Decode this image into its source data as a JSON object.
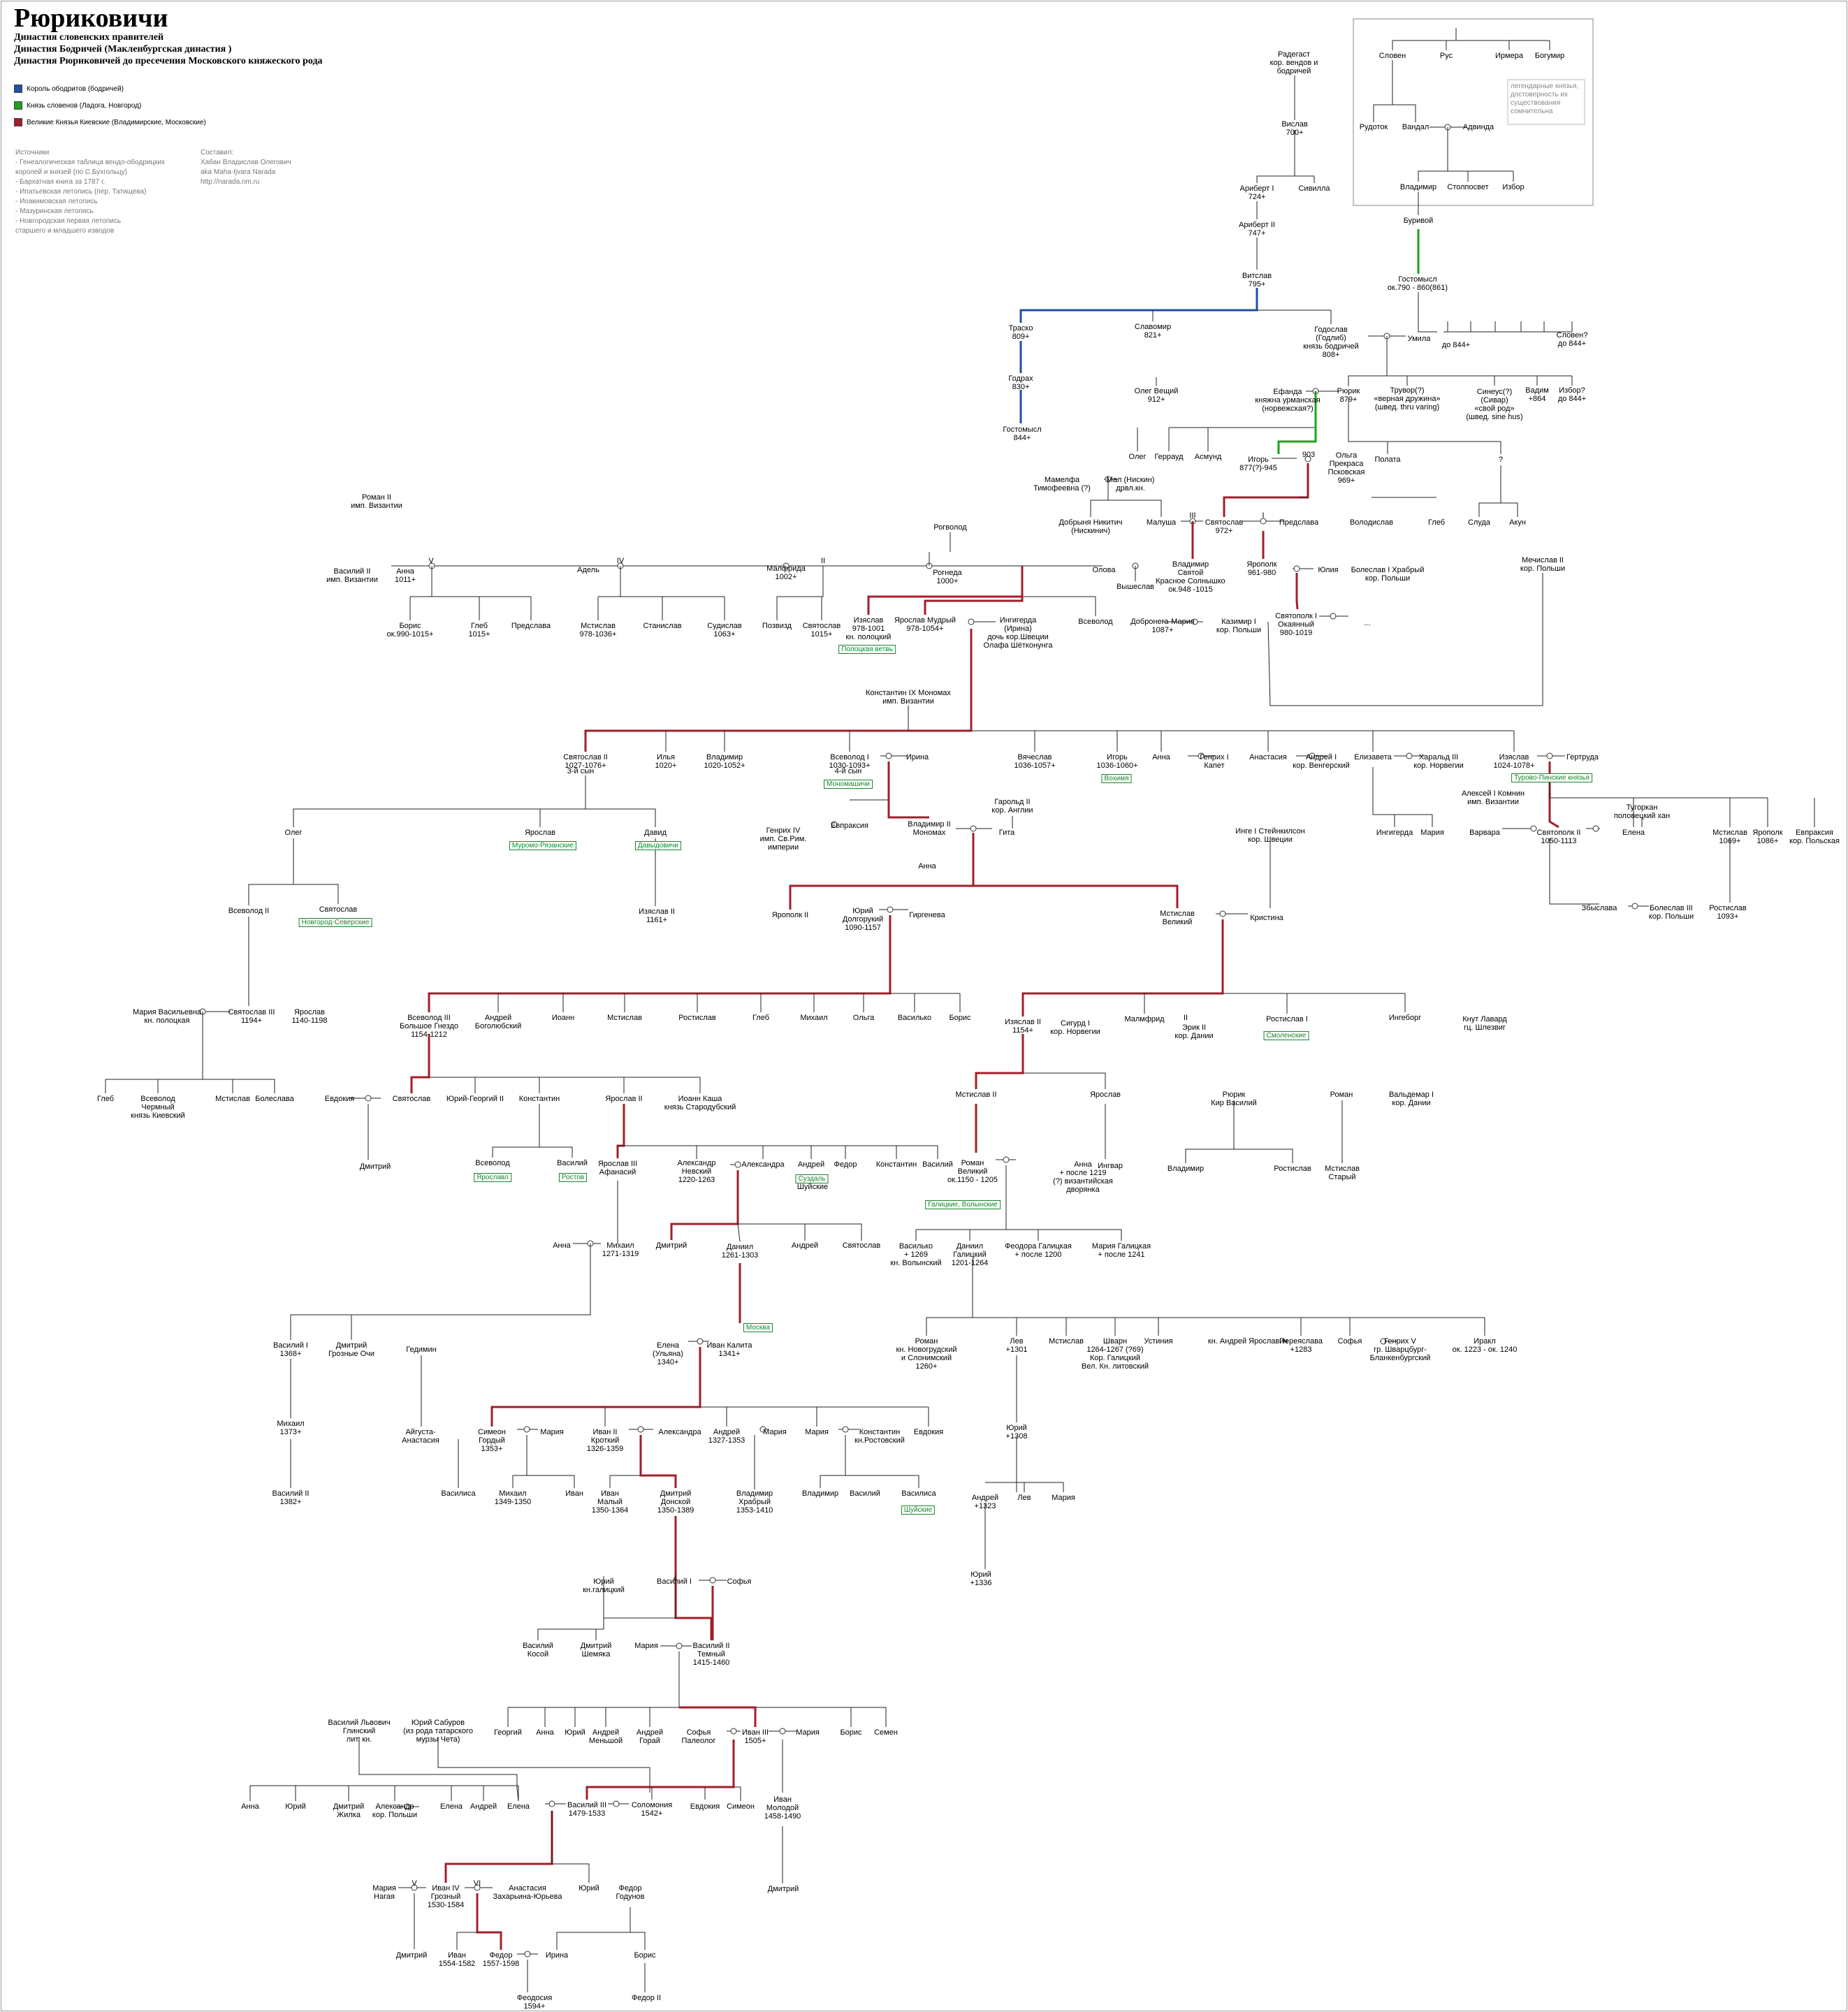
{
  "title": "Рюриковичи",
  "subtitles": [
    "Династия словенских правителей",
    "Династия Бодричей (Макленбургская династия )",
    "Династия Рюриковичей  до пресечения Московского княжеского рода"
  ],
  "legend": [
    {
      "label": "Король ободритов (бодричей)",
      "color": "#1f4fa6"
    },
    {
      "label": "Князь словенов (Ладога, Новгород)",
      "color": "#1fa11f"
    },
    {
      "label": "Великие Князья Киевские (Владимирские, Московские)",
      "color": "#a11f2a"
    }
  ],
  "sources": "Источники\n- Генеалогическая таблица вендо-ободрицких\nкоролей и князей (по С.Бухгольцу)\n- Бархатная книга за 1787 г.\n- Ипатьевская летопись (пер. Татищева)\n- Иоакимовская летопись\n- Мазуринская летопись\n- Новгородская первая летопись\nстаршего и младшего изводов",
  "compiler": "Составил:\nХабан Владислав Олегович\naka Maha-Ijvara Narada\nhttp://narada.nm.ru",
  "legendary_note": "легендарные князья,\nдостоверность их\nсуществования\nсомнительна",
  "persons": {
    "slovenes_top": [
      {
        "name": "Словен"
      },
      {
        "name": "Рус"
      },
      {
        "name": "Ирмера"
      },
      {
        "name": "Богумир"
      },
      {
        "name": "Рудоток"
      },
      {
        "name": "Вандал"
      },
      {
        "name": "Адвинда"
      },
      {
        "name": "Владимир"
      },
      {
        "name": "Столпосвет"
      },
      {
        "name": "Избор"
      },
      {
        "name": "Буривой"
      },
      {
        "name": "Гостомысл\nок.790 - 860(861)"
      }
    ],
    "obodrites": [
      {
        "name": "Радегаст\nкор. вендов и\nбодричей"
      },
      {
        "name": "Вислав\n700+"
      },
      {
        "name": "Ариберт I\n724+"
      },
      {
        "name": "Сивилла"
      },
      {
        "name": "Ариберт II\n747+"
      },
      {
        "name": "Витслав\n795+"
      },
      {
        "name": "Траско\n809+"
      },
      {
        "name": "Славомир\n821+"
      },
      {
        "name": "Годослав\n(Годлиб)\nкнязь бодричей\n808+"
      },
      {
        "name": "Умила"
      },
      {
        "name": "Годрах\n830+"
      },
      {
        "name": "Гостомысл\n844+"
      }
    ],
    "rurik_gen": [
      {
        "name": "до 844+"
      },
      {
        "name": "Словен?\nдо 844+"
      },
      {
        "name": "Олег Вещий\n912+"
      },
      {
        "name": "Ефанда\nкняжна урманская\n(норвежская?)"
      },
      {
        "name": "Рюрик\n879+"
      },
      {
        "name": "Трувор(?)\n«верная дружина»\n(швед. thru varing)"
      },
      {
        "name": "Синеус(?)\n(Сивар)\n«свой род»\n(швед. sine hus)"
      },
      {
        "name": "Вадим\n+864"
      },
      {
        "name": "Избор?\nдо 844+"
      },
      {
        "name": "Олег"
      },
      {
        "name": "Геррауд"
      },
      {
        "name": "Асмунд"
      },
      {
        "name": "Игорь\n877(?)-945"
      },
      {
        "name": "903"
      },
      {
        "name": "Ольга\nПрекраса\nПсковская\n969+"
      },
      {
        "name": "Полата"
      },
      {
        "name": "?"
      }
    ],
    "svyatoslav_gen": [
      {
        "name": "Мамелфа\nТимофеевна (?)"
      },
      {
        "name": "Мал (Нискин)\nдрвл.кн."
      },
      {
        "name": "Добрыня Никитич\n(Нискинич)"
      },
      {
        "name": "Малуша"
      },
      {
        "name": "III"
      },
      {
        "name": "Святослав\n972+"
      },
      {
        "name": "I"
      },
      {
        "name": "Предслава"
      },
      {
        "name": "Володислав"
      },
      {
        "name": "Глеб"
      },
      {
        "name": "Слуда"
      },
      {
        "name": "Акун"
      }
    ],
    "vladimir_gen": [
      {
        "name": "Роман II\nимп. Византии"
      },
      {
        "name": "Василий II\nимп. Византии"
      },
      {
        "name": "Анна\n1011+"
      },
      {
        "name": "V"
      },
      {
        "name": "Адель"
      },
      {
        "name": "IV"
      },
      {
        "name": "Малфрида\n1002+"
      },
      {
        "name": "II"
      },
      {
        "name": "Рогволод"
      },
      {
        "name": "Рогнеда\n1000+"
      },
      {
        "name": "Олова"
      },
      {
        "name": "Вышеслав"
      },
      {
        "name": "Владимир\nСвятой\nКрасное Солнышко\nок.948 -1015"
      },
      {
        "name": "Ярополк\n961-980"
      },
      {
        "name": "Юлия"
      },
      {
        "name": "Болеслав I Храбрый\nкор. Польши"
      },
      {
        "name": "Мечислав II\nкор. Польши"
      }
    ],
    "yaroslav_gen": [
      {
        "name": "Борис\nок.990-1015+"
      },
      {
        "name": "Глеб\n1015+"
      },
      {
        "name": "Предслава"
      },
      {
        "name": "Мстислав\n978-1036+"
      },
      {
        "name": "Станислав"
      },
      {
        "name": "Судислав\n1063+"
      },
      {
        "name": "Позвизд"
      },
      {
        "name": "Святослав\n1015+"
      },
      {
        "name": "Изяслав\n978-1001\nкн. полоцкий"
      },
      {
        "name": "Ярослав Мудрый\n978-1054+"
      },
      {
        "name": "Ингигерда\n(Ирина)\nдочь кор.Швеции\nОлафа Шётконунга"
      },
      {
        "name": "Всеволод"
      },
      {
        "name": "Добронега-Мария\n1087+"
      },
      {
        "name": "Казимир I\nкор. Польши"
      },
      {
        "name": "Святополк I\nОкаянный\n980-1019"
      },
      {
        "name": "..."
      }
    ],
    "yaroslavichi": [
      {
        "name": "Константин IX Мономах\nимп. Византии"
      },
      {
        "name": "Святослав II\n1027-1076+"
      },
      {
        "name": "3-й сын"
      },
      {
        "name": "Илья\n1020+"
      },
      {
        "name": "Владимир\n1020-1052+"
      },
      {
        "name": "Всеволод I\n1030-1093+"
      },
      {
        "name": "4-й сын"
      },
      {
        "name": "Ирина"
      },
      {
        "name": "Вячеслав\n1036-1057+"
      },
      {
        "name": "Игорь\n1036-1060+"
      },
      {
        "name": "Анна"
      },
      {
        "name": "Генрих I\nКапет"
      },
      {
        "name": "Анастасия"
      },
      {
        "name": "Андрей I\nкор. Венгерский"
      },
      {
        "name": "Елизавета"
      },
      {
        "name": "Харальд III\nкор. Норвегии"
      },
      {
        "name": "Изяслав\n1024-1078+"
      },
      {
        "name": "Гертруда"
      }
    ],
    "monomakh_gen": [
      {
        "name": "Олег"
      },
      {
        "name": "Ярослав"
      },
      {
        "name": "Давид"
      },
      {
        "name": "Генрих IV\nимп. Св.Рим.\nимперии"
      },
      {
        "name": "Евпраксия"
      },
      {
        "name": "Гарольд II\nкор. Англии"
      },
      {
        "name": "Владимир II\nМономах"
      },
      {
        "name": "Гита"
      },
      {
        "name": "Алексей I Комнин\nимп. Византии"
      },
      {
        "name": "Варвара"
      },
      {
        "name": "Святополк II\n1050-1113"
      },
      {
        "name": "Тугоркан\nполовецкий хан"
      },
      {
        "name": "Елена"
      },
      {
        "name": "Мстислав\n1069+"
      },
      {
        "name": "Ярополк\n1086+"
      },
      {
        "name": "Евпраксия\nкор. Польская"
      },
      {
        "name": "Изяслав II\n1161+"
      },
      {
        "name": "Всеволод II"
      },
      {
        "name": "Святослав"
      },
      {
        "name": "Инге I Стейнкилсон\nкор. Швеции"
      },
      {
        "name": "Ингигерда"
      },
      {
        "name": "Мария"
      },
      {
        "name": "Збыслава"
      },
      {
        "name": "Болеслав III\nкор. Польши"
      },
      {
        "name": "Ростислав\n1093+"
      },
      {
        "name": "Анна"
      },
      {
        "name": "Ярополк II"
      },
      {
        "name": "Юрий\nДолгорукий\n1090-1157"
      },
      {
        "name": "Гиргенева"
      },
      {
        "name": "Мстислав\nВеликий"
      },
      {
        "name": "Кристина"
      }
    ],
    "dolgoruky_gen": [
      {
        "name": "Мария Васильевна\nкн. полоцкая"
      },
      {
        "name": "Святослав III\n1194+"
      },
      {
        "name": "Ярослав\n1140-1198"
      },
      {
        "name": "Всеволод III\nБольшое Гнездо\n1154-1212"
      },
      {
        "name": "Андрей\nБоголюбский"
      },
      {
        "name": "Иоанн"
      },
      {
        "name": "Мстислав"
      },
      {
        "name": "Ростислав"
      },
      {
        "name": "Глеб"
      },
      {
        "name": "Михаил"
      },
      {
        "name": "Ольга"
      },
      {
        "name": "Василько"
      },
      {
        "name": "Борис"
      },
      {
        "name": "Изяслав II\n1154+"
      },
      {
        "name": "Сигурд I\nкор. Норвегии"
      },
      {
        "name": "Малмфрид"
      },
      {
        "name": "II"
      },
      {
        "name": "Эрик II\nкор. Дании"
      },
      {
        "name": "Ростислав I"
      },
      {
        "name": "Ингеборг"
      },
      {
        "name": "Кнут Лавард\nгц. Шлезвиг"
      },
      {
        "name": "Глеб"
      },
      {
        "name": "Всеволод\nЧермный\nкнязь Киевский"
      },
      {
        "name": "Мстислав"
      },
      {
        "name": "Болеслава"
      },
      {
        "name": "Евдокия"
      },
      {
        "name": "Святослав"
      },
      {
        "name": "Юрий-Георгий II"
      },
      {
        "name": "Константин"
      },
      {
        "name": "Ярослав II"
      },
      {
        "name": "Иоанн Каша\nкнязь Стародубский"
      },
      {
        "name": "Мстислав II"
      },
      {
        "name": "Ярослав"
      },
      {
        "name": "Рюрик\nКир Василий"
      },
      {
        "name": "Роман"
      },
      {
        "name": "Вальдемар I\nкор. Дании"
      }
    ],
    "nevsky_gen": [
      {
        "name": "Дмитрий"
      },
      {
        "name": "Всеволод"
      },
      {
        "name": "Василий"
      },
      {
        "name": "Ярослав III\nАфанасий"
      },
      {
        "name": "Александр\nНевский\n1220-1263"
      },
      {
        "name": "Александра"
      },
      {
        "name": "Андрей"
      },
      {
        "name": "Федор"
      },
      {
        "name": "Константин"
      },
      {
        "name": "Василий"
      },
      {
        "name": "Шуйские"
      },
      {
        "name": "Роман\nВеликий\nок.1150 - 1205"
      },
      {
        "name": "Анна\n+ после 1219\n(?) византийская\nдворянка"
      },
      {
        "name": "Ингвар"
      },
      {
        "name": "Владимир"
      },
      {
        "name": "Ростислав"
      },
      {
        "name": "Мстислав\nСтарый"
      },
      {
        "name": "Анна"
      },
      {
        "name": "Михаил\n1271-1319"
      },
      {
        "name": "Дмитрий"
      },
      {
        "name": "Даниил\n1261-1303"
      },
      {
        "name": "Андрей"
      },
      {
        "name": "Святослав"
      },
      {
        "name": "Василько\n+ 1269\nкн. Волынский"
      },
      {
        "name": "Даниил\nГалицкий\n1201-1264"
      },
      {
        "name": "Феодора Галицкая\n+ после 1200"
      },
      {
        "name": "Мария Галицкая\n+ после 1241"
      }
    ],
    "kalita_gen": [
      {
        "name": "Василий I\n1368+"
      },
      {
        "name": "Дмитрий\nГрозные Очи"
      },
      {
        "name": "Гедимин"
      },
      {
        "name": "Елена\n(Ульяна)\n1340+"
      },
      {
        "name": "Иван Калита\n1341+"
      },
      {
        "name": "Роман\nкн. Новогрудский\nи Слонимский\n1260+"
      },
      {
        "name": "Лев\n+1301"
      },
      {
        "name": "Мстислав"
      },
      {
        "name": "Шварн\n1264-1267 (?69)\nКор. Галицкий\nВел. Кн. литовский"
      },
      {
        "name": "Устиния"
      },
      {
        "name": "кн. Андрей Ярославич"
      },
      {
        "name": "Переяслава\n+1283"
      },
      {
        "name": "Софья"
      },
      {
        "name": "Генрих V\nгр. Шварцбург-\nБланкенбургский"
      },
      {
        "name": "Иракл\nок. 1223 - ок. 1240"
      },
      {
        "name": "Михаил\n1373+"
      },
      {
        "name": "Айгуста-\nАнастасия"
      },
      {
        "name": "Симеон\nГордый\n1353+"
      },
      {
        "name": "Мария"
      },
      {
        "name": "Иван II\nКроткий\n1326-1359"
      },
      {
        "name": "Александра"
      },
      {
        "name": "Андрей\n1327-1353"
      },
      {
        "name": "Мария"
      },
      {
        "name": "Мария"
      },
      {
        "name": "Константин\nкн.Ростовский"
      },
      {
        "name": "Евдокия"
      },
      {
        "name": "Юрий\n+1308"
      },
      {
        "name": "Василий II\n1382+"
      },
      {
        "name": "Василиса"
      },
      {
        "name": "Михаил\n1349-1350"
      },
      {
        "name": "Иван"
      },
      {
        "name": "Иван\nМалый\n1350-1364"
      },
      {
        "name": "Дмитрий\nДонской\n1350-1389"
      },
      {
        "name": "Владимир\nХрабрый\n1353-1410"
      },
      {
        "name": "Владимир"
      },
      {
        "name": "Василий"
      },
      {
        "name": "Василиса"
      },
      {
        "name": "Андрей\n+1323"
      },
      {
        "name": "Лев"
      },
      {
        "name": "Мария"
      },
      {
        "name": "Юрий\n+1336"
      }
    ],
    "moscow_gen": [
      {
        "name": "Юрий\nкн.галицкий"
      },
      {
        "name": "Василий I"
      },
      {
        "name": "Софья"
      },
      {
        "name": "Василий\nКосой"
      },
      {
        "name": "Дмитрий\nШемяка"
      },
      {
        "name": "Мария"
      },
      {
        "name": "Василий II\nТемный\n1415-1460"
      },
      {
        "name": "Василий Львович\nГлинский\nлит. кн."
      },
      {
        "name": "Юрий Сабуров\n(из рода татарского\nмурзы Чета)"
      },
      {
        "name": "Георгий"
      },
      {
        "name": "Анна"
      },
      {
        "name": "Юрий"
      },
      {
        "name": "Андрей\nМеньшой"
      },
      {
        "name": "Андрей\nГорай"
      },
      {
        "name": "Софья\nПалеолог"
      },
      {
        "name": "Иван III\n1505+"
      },
      {
        "name": "Мария"
      },
      {
        "name": "Борис"
      },
      {
        "name": "Семен"
      },
      {
        "name": "Иван\nМолодой\n1458-1490"
      },
      {
        "name": "Анна"
      },
      {
        "name": "Юрий"
      },
      {
        "name": "Дмитрий\nЖилка"
      },
      {
        "name": "Александр\nкор. Польши"
      },
      {
        "name": "Елена"
      },
      {
        "name": "Андрей"
      },
      {
        "name": "Елена"
      },
      {
        "name": "Василий III\n1479-1533"
      },
      {
        "name": "Соломония\n1542+"
      },
      {
        "name": "Евдокия"
      },
      {
        "name": "Симеон"
      },
      {
        "name": "Дмитрий"
      },
      {
        "name": "Мария\nНагая"
      },
      {
        "name": "V"
      },
      {
        "name": "Иван IV\nГрозный\n1530-1584"
      },
      {
        "name": "VI"
      },
      {
        "name": "Анастасия\nЗахарьина-Юрьева"
      },
      {
        "name": "Юрий"
      },
      {
        "name": "Федор\nГодунов"
      },
      {
        "name": "Дмитрий"
      },
      {
        "name": "Иван\n1554-1582"
      },
      {
        "name": "Федор\n1557-1598"
      },
      {
        "name": "Ирина"
      },
      {
        "name": "Борис"
      },
      {
        "name": "Феодосия\n1594+"
      },
      {
        "name": "Федор II"
      }
    ]
  },
  "branch_tags": [
    "Полоцкая ветвь",
    "Мономашичи",
    "Вохимя",
    "Турово-Пинские князья",
    "Муромо-Рязанские",
    "Давыдовичи",
    "Новгород-Северские",
    "Смоленские",
    "Ярославл",
    "Ростов",
    "Суздаль",
    "Галицкие, Волынские",
    "Москва",
    "Шуйские"
  ],
  "line_colors": {
    "obodrite": "#1f4fa6",
    "slovene": "#1fa11f",
    "kiev": "#a11f2a",
    "plain": "#222222"
  }
}
